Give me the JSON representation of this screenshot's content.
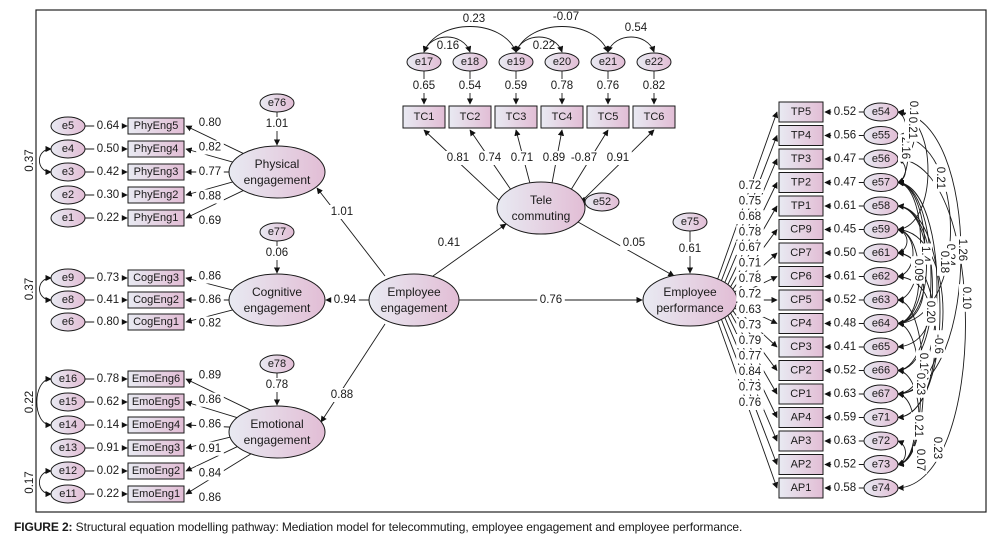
{
  "figure": {
    "caption_label": "FIGURE 2:",
    "caption_text": " Structural equation modelling pathway: Mediation model for telecommuting, employee engagement and employee performance."
  },
  "colors": {
    "node_fill_start": "#e6e8f1",
    "node_fill_end": "#e3c0d7",
    "stroke": "#1a1a1a"
  },
  "latents": {
    "physical": {
      "line1": "Physical",
      "line2": "engagement",
      "error": "e76",
      "error_value": "1.01"
    },
    "cognitive": {
      "line1": "Cognitive",
      "line2": "engagement",
      "error": "e77",
      "error_value": "0.06"
    },
    "emotional": {
      "line1": "Emotional",
      "line2": "engagement",
      "error": "e78",
      "error_value": "0.78"
    },
    "employee_engagement": {
      "line1": "Employee",
      "line2": "engagement"
    },
    "telecommuting": {
      "line1": "Tele",
      "line2": "commuting",
      "error": "e52"
    },
    "employee_performance": {
      "line1": "Employee",
      "line2": "performance",
      "error": "e75",
      "error_value": "0.61"
    }
  },
  "structural_paths": [
    {
      "from": "Employee engagement",
      "to": "Physical engagement",
      "value": "1.01"
    },
    {
      "from": "Employee engagement",
      "to": "Cognitive engagement",
      "value": "0.94"
    },
    {
      "from": "Employee engagement",
      "to": "Emotional engagement",
      "value": "0.88"
    },
    {
      "from": "Employee engagement",
      "to": "Telecommuting",
      "value": "0.41"
    },
    {
      "from": "Telecommuting",
      "to": "Employee performance",
      "value": "0.05"
    },
    {
      "from": "Employee engagement",
      "to": "Employee performance",
      "value": "0.76"
    }
  ],
  "physical_items": [
    {
      "item": "PhyEng5",
      "error": "e5",
      "error_value": "0.64",
      "loading": "0.80"
    },
    {
      "item": "PhyEng4",
      "error": "e4",
      "error_value": "0.50",
      "loading": "0.82"
    },
    {
      "item": "PhyEng3",
      "error": "e3",
      "error_value": "0.42",
      "loading": "0.77"
    },
    {
      "item": "PhyEng2",
      "error": "e2",
      "error_value": "0.30",
      "loading": "0.88"
    },
    {
      "item": "PhyEng1",
      "error": "e1",
      "error_value": "0.22",
      "loading": "0.69"
    }
  ],
  "physical_cov": [
    {
      "between": [
        "e4",
        "e3"
      ],
      "value": "0.37"
    }
  ],
  "cognitive_items": [
    {
      "item": "CogEng3",
      "error": "e9",
      "error_value": "0.73",
      "loading": "0.86"
    },
    {
      "item": "CogEng2",
      "error": "e8",
      "error_value": "0.41",
      "loading": "0.86"
    },
    {
      "item": "CogEng1",
      "error": "e6",
      "error_value": "0.80",
      "loading": "0.82"
    }
  ],
  "cognitive_cov": [
    {
      "between": [
        "e9",
        "e8"
      ],
      "value": "0.37"
    }
  ],
  "emotional_items": [
    {
      "item": "EmoEng6",
      "error": "e16",
      "error_value": "0.78",
      "loading": "0.89"
    },
    {
      "item": "EmoEng5",
      "error": "e15",
      "error_value": "0.62",
      "loading": "0.86"
    },
    {
      "item": "EmoEng4",
      "error": "e14",
      "error_value": "0.14",
      "loading": "0.86"
    },
    {
      "item": "EmoEng3",
      "error": "e13",
      "error_value": "0.91",
      "loading": "0.91"
    },
    {
      "item": "EmoEng2",
      "error": "e12",
      "error_value": "0.02",
      "loading": "0.84"
    },
    {
      "item": "EmoEng1",
      "error": "e11",
      "error_value": "0.22",
      "loading": "0.86"
    }
  ],
  "emotional_cov": [
    {
      "between": [
        "e16",
        "e14"
      ],
      "value": "0.22"
    },
    {
      "between": [
        "e12",
        "e11"
      ],
      "value": "0.17"
    }
  ],
  "tc_items": [
    {
      "item": "TC1",
      "error": "e17",
      "error_value": "0.65",
      "loading": "0.81"
    },
    {
      "item": "TC2",
      "error": "e18",
      "error_value": "0.54",
      "loading": "0.74"
    },
    {
      "item": "TC3",
      "error": "e19",
      "error_value": "0.59",
      "loading": "0.71"
    },
    {
      "item": "TC4",
      "error": "e20",
      "error_value": "0.78",
      "loading": "0.89"
    },
    {
      "item": "TC5",
      "error": "e21",
      "error_value": "0.76",
      "loading": "-0.87"
    },
    {
      "item": "TC6",
      "error": "e22",
      "error_value": "0.82",
      "loading": "0.91"
    }
  ],
  "tc_cov": [
    {
      "between": [
        "e17",
        "e19"
      ],
      "value": "0.23"
    },
    {
      "between": [
        "e17",
        "e18"
      ],
      "value": "0.16"
    },
    {
      "between": [
        "e19",
        "e20"
      ],
      "value": "0.22"
    },
    {
      "between": [
        "e19",
        "e21"
      ],
      "value": "-0.07"
    },
    {
      "between": [
        "e21",
        "e22"
      ],
      "value": "0.54"
    }
  ],
  "perf_items": [
    {
      "item": "TP5",
      "error": "e54",
      "error_value": "0.52",
      "loading": "0.72"
    },
    {
      "item": "TP4",
      "error": "e55",
      "error_value": "0.56",
      "loading": "0.75"
    },
    {
      "item": "TP3",
      "error": "e56",
      "error_value": "0.47",
      "loading": "0.68"
    },
    {
      "item": "TP2",
      "error": "e57",
      "error_value": "0.47",
      "loading": "0.78"
    },
    {
      "item": "TP1",
      "error": "e58",
      "error_value": "0.61",
      "loading": "0.67"
    },
    {
      "item": "CP9",
      "error": "e59",
      "error_value": "0.45",
      "loading": "0.71"
    },
    {
      "item": "CP7",
      "error": "e61",
      "error_value": "0.50",
      "loading": "0.78"
    },
    {
      "item": "CP6",
      "error": "e62",
      "error_value": "0.61",
      "loading": "0.72"
    },
    {
      "item": "CP5",
      "error": "e63",
      "error_value": "0.52",
      "loading": "0.63"
    },
    {
      "item": "CP4",
      "error": "e64",
      "error_value": "0.48",
      "loading": "0.73"
    },
    {
      "item": "CP3",
      "error": "e65",
      "error_value": "0.41",
      "loading": "0.79"
    },
    {
      "item": "CP2",
      "error": "e66",
      "error_value": "0.52",
      "loading": "0.77"
    },
    {
      "item": "CP1",
      "error": "e67",
      "error_value": "0.63",
      "loading": "0.84"
    },
    {
      "item": "AP4",
      "error": "e71",
      "error_value": "0.59",
      "loading": "0.73"
    },
    {
      "item": "AP3",
      "error": "e72",
      "error_value": "0.63",
      "loading": "0.76"
    },
    {
      "item": "AP2",
      "error": "e73",
      "error_value": "0.52",
      "loading": ""
    },
    {
      "item": "AP1",
      "error": "e74",
      "error_value": "0.58",
      "loading": ""
    }
  ],
  "perf_cov_labels": [
    {
      "value": "0.10",
      "note": "upper"
    },
    {
      "value": "2.16",
      "note": "upper"
    },
    {
      "value": "0.21",
      "note": "upper"
    },
    {
      "value": "0.21",
      "note": "upper"
    },
    {
      "value": "1.26",
      "note": "middle"
    },
    {
      "value": "0.24",
      "note": "middle"
    },
    {
      "value": "0.18",
      "note": "middle"
    },
    {
      "value": "0.10",
      "note": "middle"
    },
    {
      "value": "1.4",
      "note": "middle"
    },
    {
      "value": "0.09",
      "note": "middle"
    },
    {
      "value": "-0.6",
      "note": "middle"
    },
    {
      "value": "0.20",
      "note": "middle"
    },
    {
      "value": "0.19",
      "note": "lower"
    },
    {
      "value": "0.23",
      "note": "lower"
    },
    {
      "value": "0.21",
      "note": "lower"
    },
    {
      "value": "0.07",
      "note": "lower"
    },
    {
      "value": "0.23",
      "note": "lower"
    }
  ]
}
